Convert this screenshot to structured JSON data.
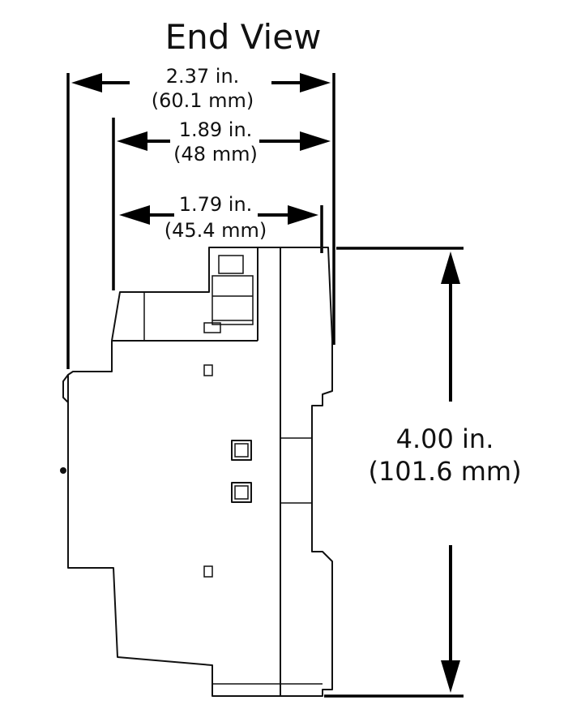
{
  "title": "End View",
  "dimensions": {
    "width_overall": {
      "inches": "2.37 in.",
      "mm": "(60.1 mm)"
    },
    "width_mid": {
      "inches": "1.89 in.",
      "mm": "(48 mm)"
    },
    "width_inner": {
      "inches": "1.79 in.",
      "mm": "(45.4 mm)"
    },
    "height": {
      "inches": "4.00 in.",
      "mm": "(101.6 mm)"
    }
  }
}
